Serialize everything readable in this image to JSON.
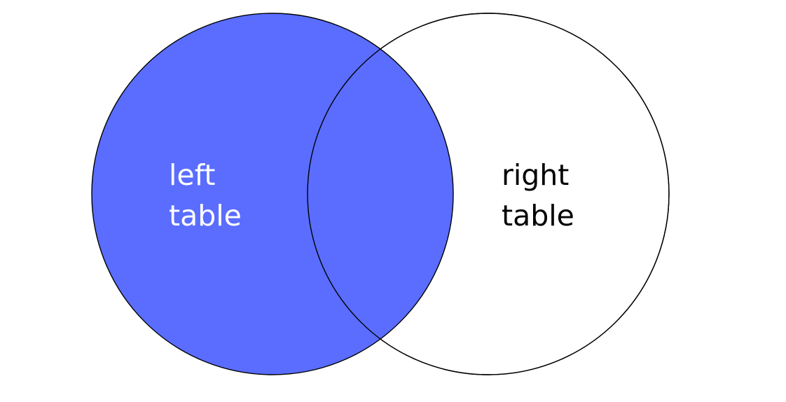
{
  "diagram": {
    "type": "venn",
    "left_set": {
      "line1": "left",
      "line2": "table",
      "fill": "#5a6dff",
      "text_color": "#ffffff",
      "highlighted": true
    },
    "right_set": {
      "line1": "right",
      "line2": "table",
      "fill": "#ffffff",
      "text_color": "#000000",
      "highlighted": false
    },
    "intersection": {
      "fill": "#5a6dff",
      "highlighted": true
    },
    "stroke_color": "#000000"
  }
}
